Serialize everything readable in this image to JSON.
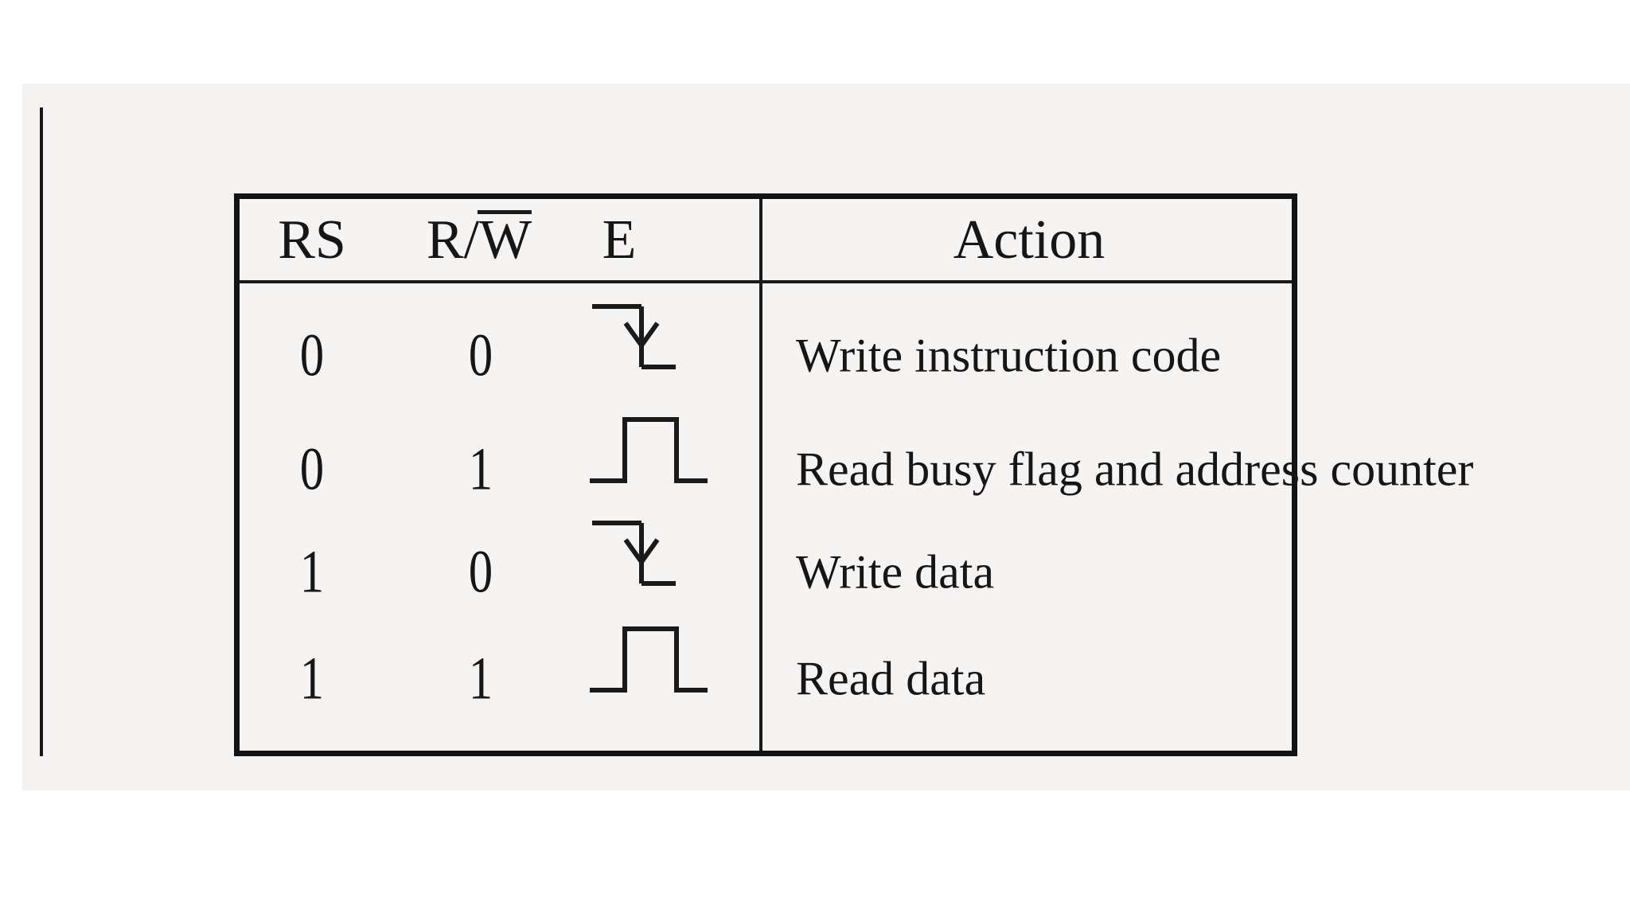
{
  "colors": {
    "page_background": "#f5f3f2",
    "margin_background": "#ffffff",
    "ink": "#161616",
    "table_border": "#131313",
    "left_rule": "#1c1418"
  },
  "table": {
    "header": {
      "rs": "RS",
      "rw_prefix": "R/",
      "rw_overlined": "W",
      "e": "E",
      "action": "Action"
    },
    "rows": [
      {
        "rs": "0",
        "rw": "0",
        "e_symbol": "falling-edge",
        "action": "Write instruction code"
      },
      {
        "rs": "0",
        "rw": "1",
        "e_symbol": "positive-pulse",
        "action": "Read busy flag and address counter"
      },
      {
        "rs": "1",
        "rw": "0",
        "e_symbol": "falling-edge",
        "action": "Write data"
      },
      {
        "rs": "1",
        "rw": "1",
        "e_symbol": "positive-pulse",
        "action": "Read data"
      }
    ]
  }
}
